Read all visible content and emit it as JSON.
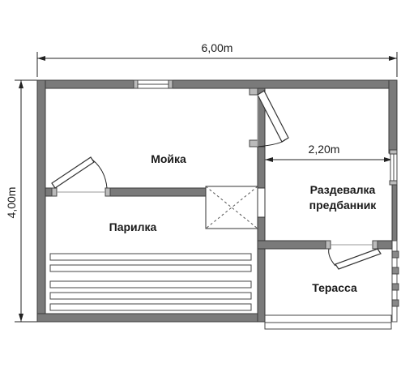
{
  "dimensions": {
    "width": "6,00m",
    "height": "4,00m",
    "inner": "2,20m"
  },
  "rooms": {
    "wash": "Мойка",
    "steam": "Парилка",
    "dressing_line1": "Раздевалка",
    "dressing_line2": "предбанник",
    "terrace": "Терасса"
  }
}
